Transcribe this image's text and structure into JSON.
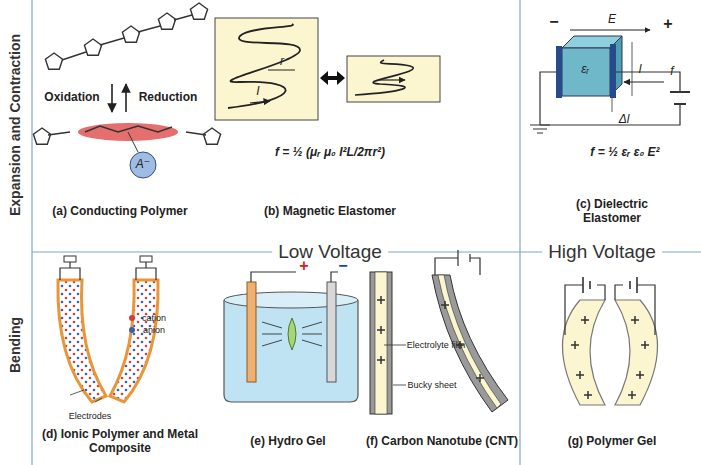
{
  "diagram": {
    "labels": [
      "Expansion and Contraction",
      "Bending",
      "Low Voltage",
      "High Voltage",
      "Oxidation",
      "Reduction",
      "A⁻",
      "(a) Conducting Polymer",
      "r",
      "I",
      "f = ½ (μᵣ μ₀ I²L/2πr²)",
      "(b) Magnetic Elastomer",
      "−",
      "E",
      "+",
      "εᵣ",
      "l",
      "Δl",
      "f",
      "f = ½ εᵣ ε₀ E²",
      "(c) Dielectric Elastomer",
      "cation",
      "anion",
      "Electrodes",
      "(d) Ionic Polymer and Metal Composite",
      "+",
      "−",
      "(e) Hydro Gel",
      "Electrolyte film",
      "Bucky sheet",
      "(f) Carbon Nanotube (CNT)",
      "(g) Polymer Gel"
    ]
  }
}
